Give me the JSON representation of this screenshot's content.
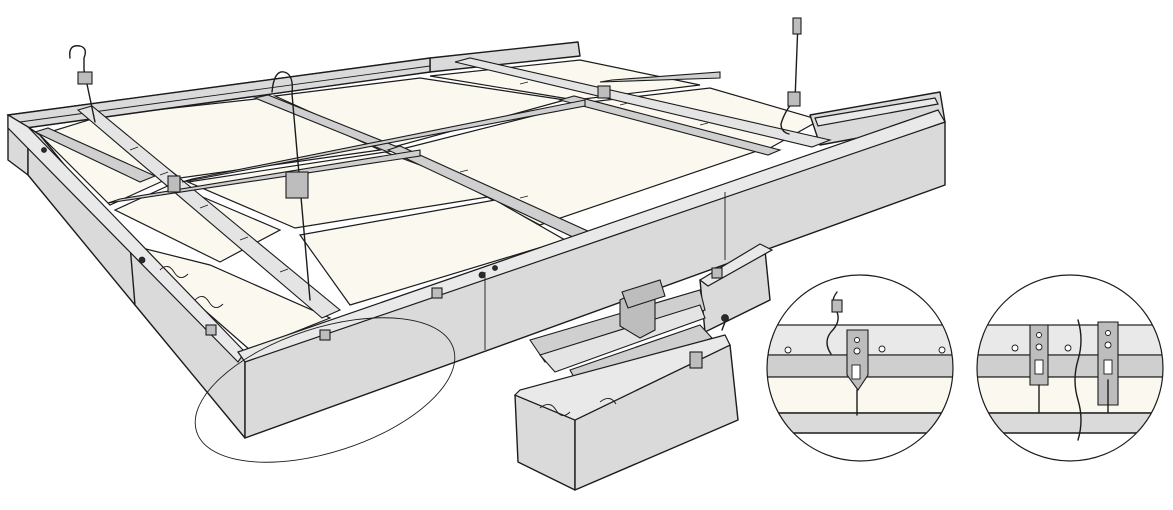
{
  "figure": {
    "main_assembly": "suspended-ceiling-grid-with-perimeter-trim",
    "exploded_detail": "trim-corner-exploded-view",
    "detail_callout_1": "hanger-clip-detail",
    "detail_callout_2": "trim-splice-detail"
  },
  "colors": {
    "outline": "#1c1c1c",
    "ceiling_panel": "#fbf8ef",
    "trim_face": "#dadada",
    "trim_top": "#e9e9e9",
    "grid_rail": "#cfcfcf",
    "background": "#ffffff"
  },
  "icons": [
    "hanger-wire-icon",
    "hanger-rod-icon",
    "screw-icon",
    "clip-icon"
  ]
}
